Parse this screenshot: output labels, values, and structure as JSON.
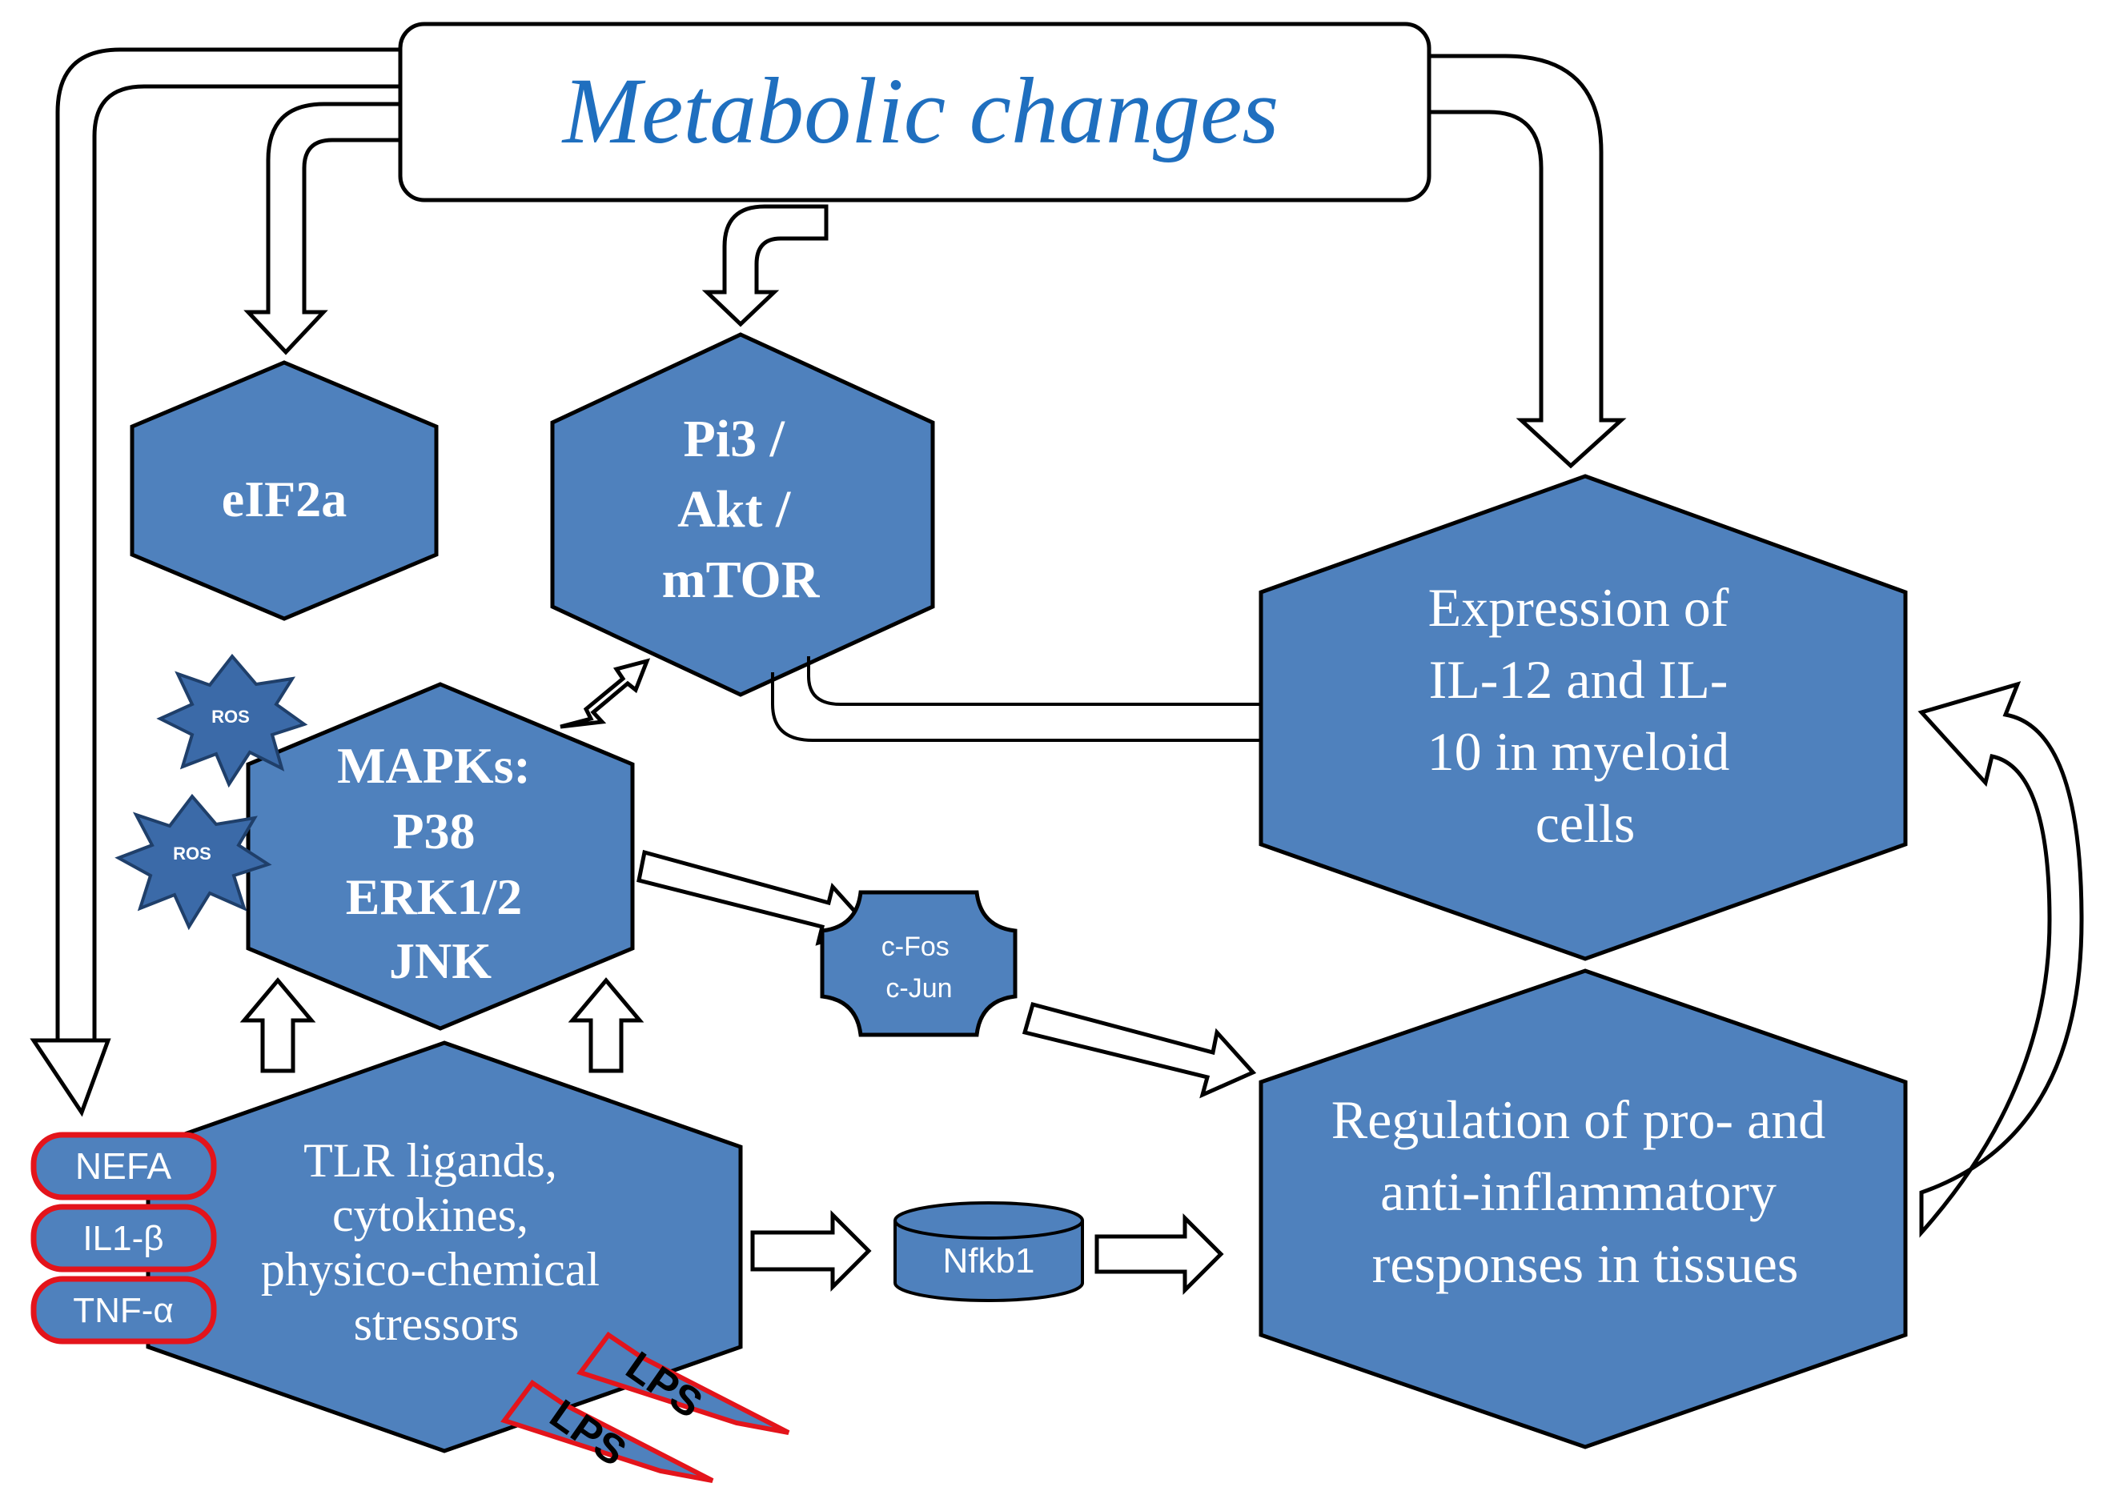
{
  "title": "Metabolic changes",
  "nodes": {
    "eif2a": "eIF2a",
    "pi3": [
      "Pi3 /",
      "Akt /",
      "mTOR"
    ],
    "mapks": [
      "MAPKs:",
      "P38",
      "ERK1/2",
      "JNK"
    ],
    "expression": [
      "Expression  of",
      "IL-12 and  IL-",
      "10 in myeloid",
      "cells"
    ],
    "regulation": [
      "Regulation of pro-  and",
      "anti-inflammatory",
      "responses  in tissues"
    ],
    "tlr": [
      "TLR ligands,",
      "cytokines,",
      "physico-chemical",
      "stressors"
    ],
    "cfos_cjun": [
      "c-Fos",
      "c-Jun"
    ],
    "nfkb1": "Nfkb1",
    "ros": [
      "ROS",
      "ROS"
    ],
    "lps": [
      "LPS",
      "LPS"
    ]
  },
  "stimuli": [
    "NEFA",
    "IL1-β",
    "TNF-α"
  ],
  "colors": {
    "node_fill": "#4f81bd",
    "title_text": "#1f6fbf",
    "stimulus_border": "#e3141b",
    "ros_fill": "#3b6aa8",
    "outline": "#000000"
  }
}
